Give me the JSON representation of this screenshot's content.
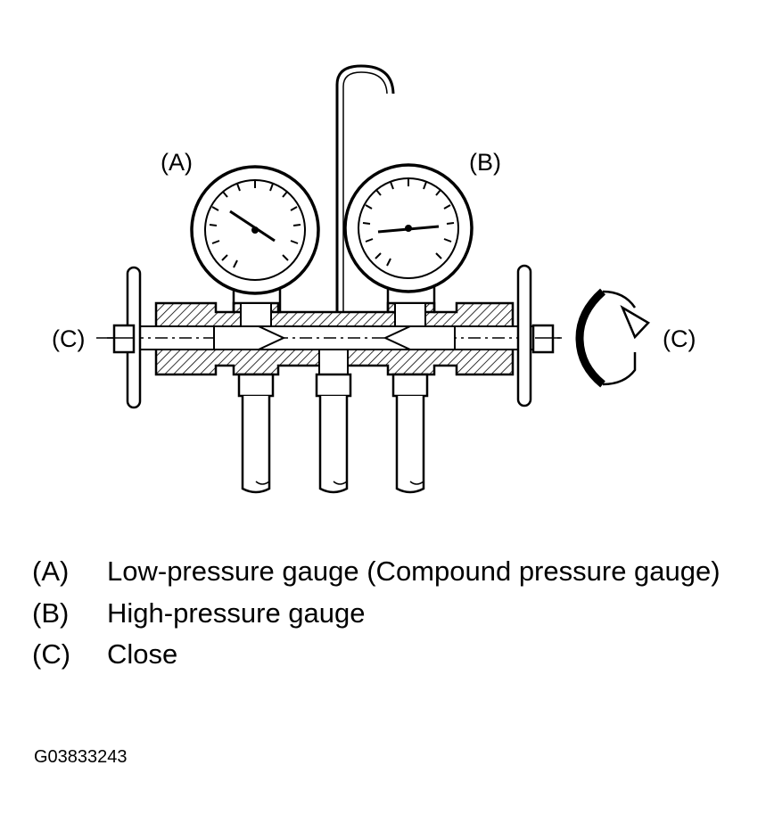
{
  "callouts": {
    "a": "(A)",
    "b": "(B)",
    "c_left": "(C)",
    "c_right": "(C)"
  },
  "legend": [
    {
      "key": "(A)",
      "text": "Low-pressure gauge (Compound pressure gauge)"
    },
    {
      "key": "(B)",
      "text": "High-pressure gauge"
    },
    {
      "key": "(C)",
      "text": "Close"
    }
  ],
  "figure_id": "G03833243",
  "colors": {
    "line": "#000000",
    "background": "#ffffff"
  },
  "icons": [
    "low-pressure-gauge-icon",
    "high-pressure-gauge-icon",
    "valve-handle-icon",
    "rotate-clockwise-arrow-icon"
  ]
}
